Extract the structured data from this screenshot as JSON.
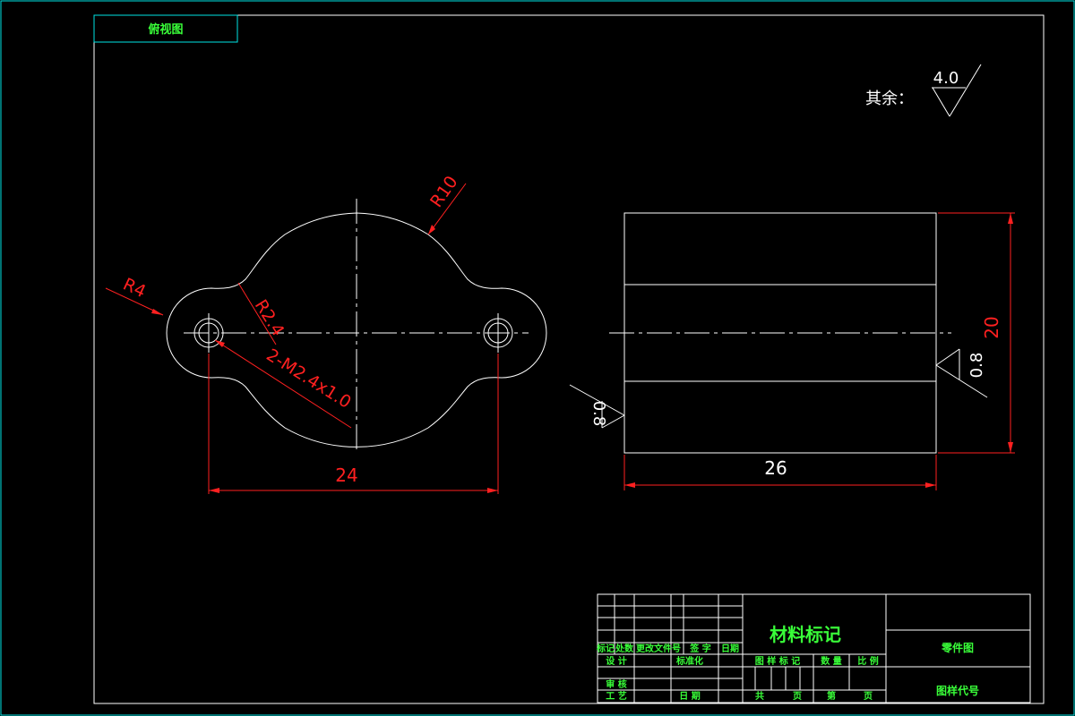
{
  "drawing": {
    "top_label": "俯视图",
    "surface_note": {
      "prefix": "其余：",
      "value": "4.0"
    },
    "front_view": {
      "dimensions": {
        "hole_spacing": "24",
        "big_radius": "R10",
        "end_radius": "R4",
        "fillet_radius": "R2.4",
        "thread": "2-M2.4x1.0"
      }
    },
    "side_view": {
      "dimensions": {
        "width": "26",
        "height": "20",
        "roughness_left": "0.8",
        "roughness_right": "0.8"
      }
    }
  },
  "title_block": {
    "material_label": "材料标记",
    "part_name_label": "零件图",
    "drawing_no_label": "图样代号",
    "revision_headers": [
      "标记",
      "处数",
      "更改文件号",
      "签 字",
      "日期"
    ],
    "design_label": "设 计",
    "standardize_label": "标准化",
    "review_label": "审 核",
    "process_label": "工 艺",
    "date_label": "日 期",
    "stage_label": "图 样 标 记",
    "qty_label": "数 量",
    "scale_label": "比 例",
    "total_label": "共",
    "page_label": "页",
    "sheet_label": "第",
    "sheet_page_label": "页"
  },
  "colors": {
    "background": "#000000",
    "frame": "#00e5e5",
    "geometry": "#ffffff",
    "dimension": "#ff2020",
    "label": "#39ff39"
  }
}
